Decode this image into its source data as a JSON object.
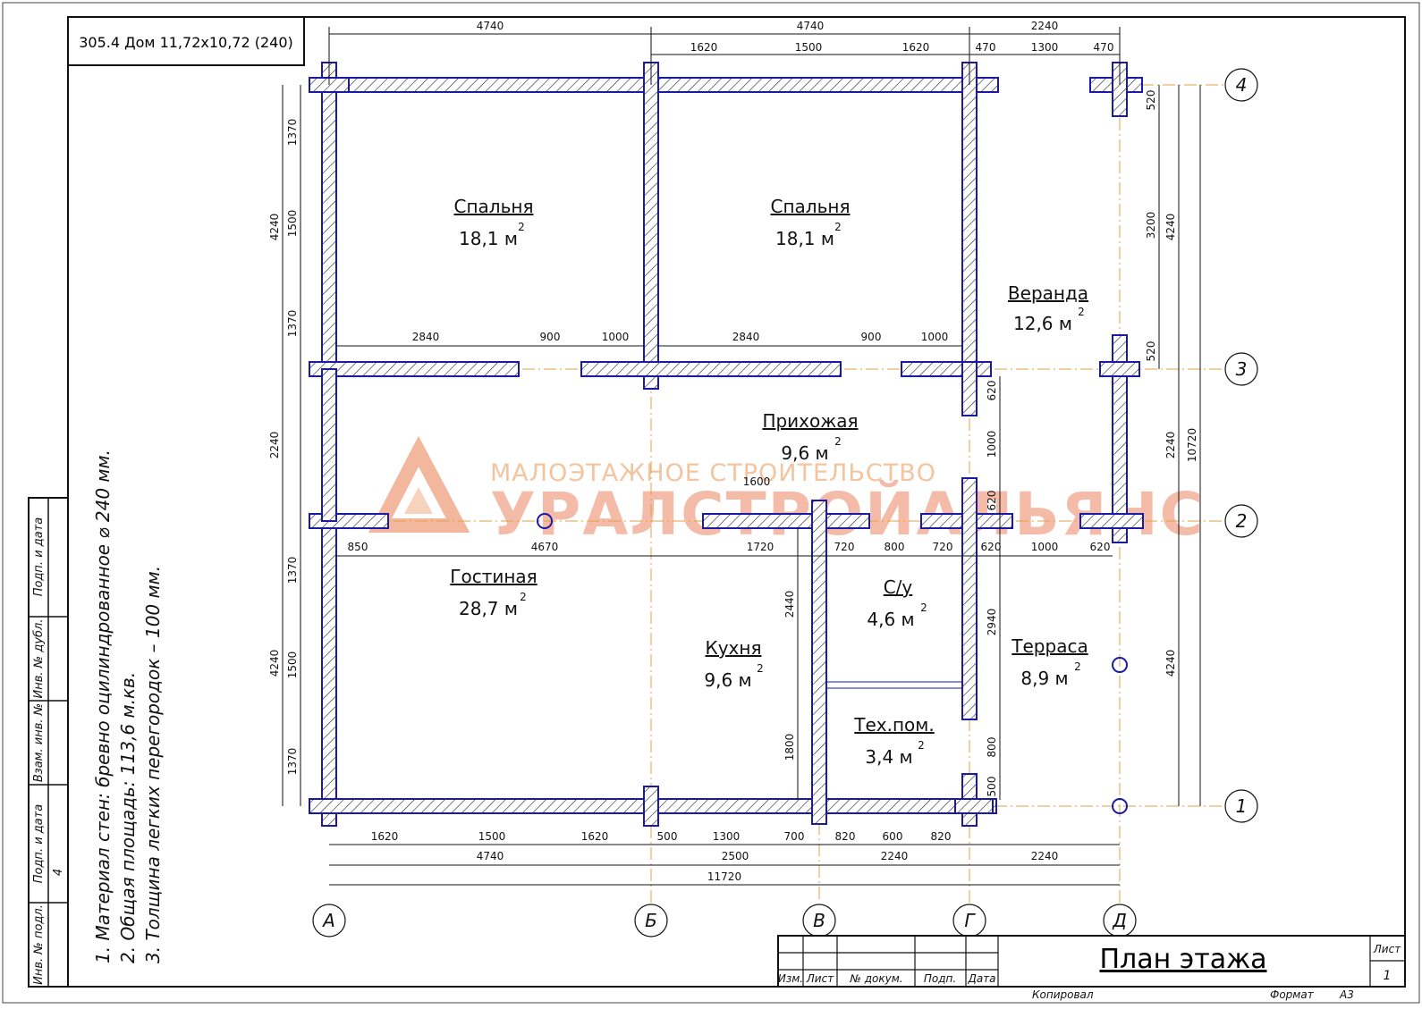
{
  "header": {
    "project_code": "305.4 Дом 11,72x10,72 (240)"
  },
  "watermark": {
    "line1": "МАЛОЭТАЖНОЕ СТРОИТЕЛЬСТВО",
    "line2": "УРАЛСТРОЙАЛЬЯНС"
  },
  "rooms": [
    {
      "id": "bedroom1",
      "name": "Спальня",
      "area": "18,1 м"
    },
    {
      "id": "bedroom2",
      "name": "Спальня",
      "area": "18,1 м"
    },
    {
      "id": "veranda",
      "name": "Веранда",
      "area": "12,6 м"
    },
    {
      "id": "hallway",
      "name": "Прихожая",
      "area": "9,6 м"
    },
    {
      "id": "living",
      "name": "Гостиная",
      "area": "28,7 м"
    },
    {
      "id": "bath",
      "name": "С/у",
      "area": "4,6 м"
    },
    {
      "id": "kitchen",
      "name": "Кухня",
      "area": "9,6 м"
    },
    {
      "id": "terrace",
      "name": "Терраса",
      "area": "8,9 м"
    },
    {
      "id": "tech",
      "name": "Тех.пом.",
      "area": "3,4 м"
    }
  ],
  "area_superscript": "2",
  "axes": {
    "letters": [
      "А",
      "Б",
      "В",
      "Г",
      "Д"
    ],
    "numbers": [
      "1",
      "2",
      "3",
      "4"
    ]
  },
  "dimensions": {
    "top_row1": [
      "4740",
      "4740",
      "2240"
    ],
    "top_row2": [
      "1620",
      "1500",
      "1620",
      "470",
      "1300",
      "470"
    ],
    "interior_row3": [
      "2840",
      "900",
      "1000",
      "2840",
      "900",
      "1000"
    ],
    "interior_row2": [
      "850",
      "4670",
      "1600",
      "1720",
      "720",
      "800",
      "720",
      "620",
      "1000",
      "620"
    ],
    "bottom_row1": [
      "1620",
      "1500",
      "1620",
      "500",
      "1300",
      "700",
      "820",
      "600",
      "820"
    ],
    "bottom_row2": [
      "4740",
      "2500",
      "2240",
      "2240"
    ],
    "bottom_total": "11720",
    "left_inner": [
      "1370",
      "1500",
      "1370",
      "1370",
      "1500",
      "1370"
    ],
    "left_outer": [
      "4240",
      "2240",
      "4240"
    ],
    "right_inner": [
      "520",
      "3200",
      "520"
    ],
    "right_mid": [
      "4240",
      "2240",
      "4240"
    ],
    "right_total": "10720",
    "interior_vertical": [
      "620",
      "1000",
      "620",
      "2440",
      "2940",
      "1800",
      "800",
      "500"
    ]
  },
  "notes": [
    "1. Материал стен: бревно оцилиндрованное ⌀ 240 мм.",
    "2. Общая площадь: 113,6 м.кв.",
    "3. Толщина легких перегородок – 100 мм."
  ],
  "side_stamp": {
    "labels": [
      "Инв. № подл.",
      "Подп. и дата",
      "Взам. инв. №",
      "Инв. № дубл.",
      "Подп. и дата"
    ],
    "value": "4"
  },
  "title_block": {
    "columns": [
      "Изм.",
      "Лист",
      "№ докум.",
      "Подп.",
      "Дата"
    ],
    "title": "План этажа",
    "sheet_label": "Лист",
    "sheet_number": "1",
    "copied": "Копировал",
    "format": "Формат",
    "format_value": "А3"
  }
}
